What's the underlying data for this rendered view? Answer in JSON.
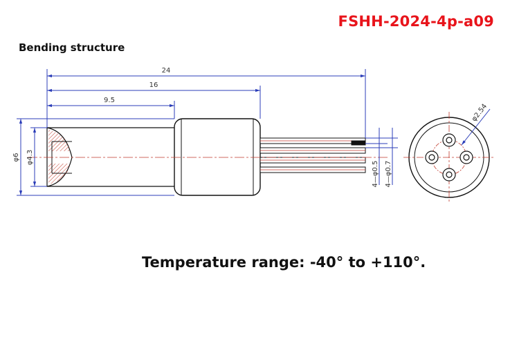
{
  "header": {
    "title": "FSHH-2024-4p-a09",
    "subtitle": "Bending structure"
  },
  "dimensions": {
    "total_length": "24",
    "body_length": "16",
    "sleeve_length": "9.5",
    "outer_diameter": "φ6",
    "inner_diameter": "φ4.3",
    "pin_diameter": "4—φ0.5",
    "pin_outer_diameter": "4—φ0.7",
    "pin_circle_diameter": "φ2.54"
  },
  "footer": {
    "temperature_text": "Temperature range: -40° to +110°."
  },
  "colors": {
    "title": "#e8141b",
    "dimension_lines": "#2b3db8",
    "outline": "#111111"
  }
}
